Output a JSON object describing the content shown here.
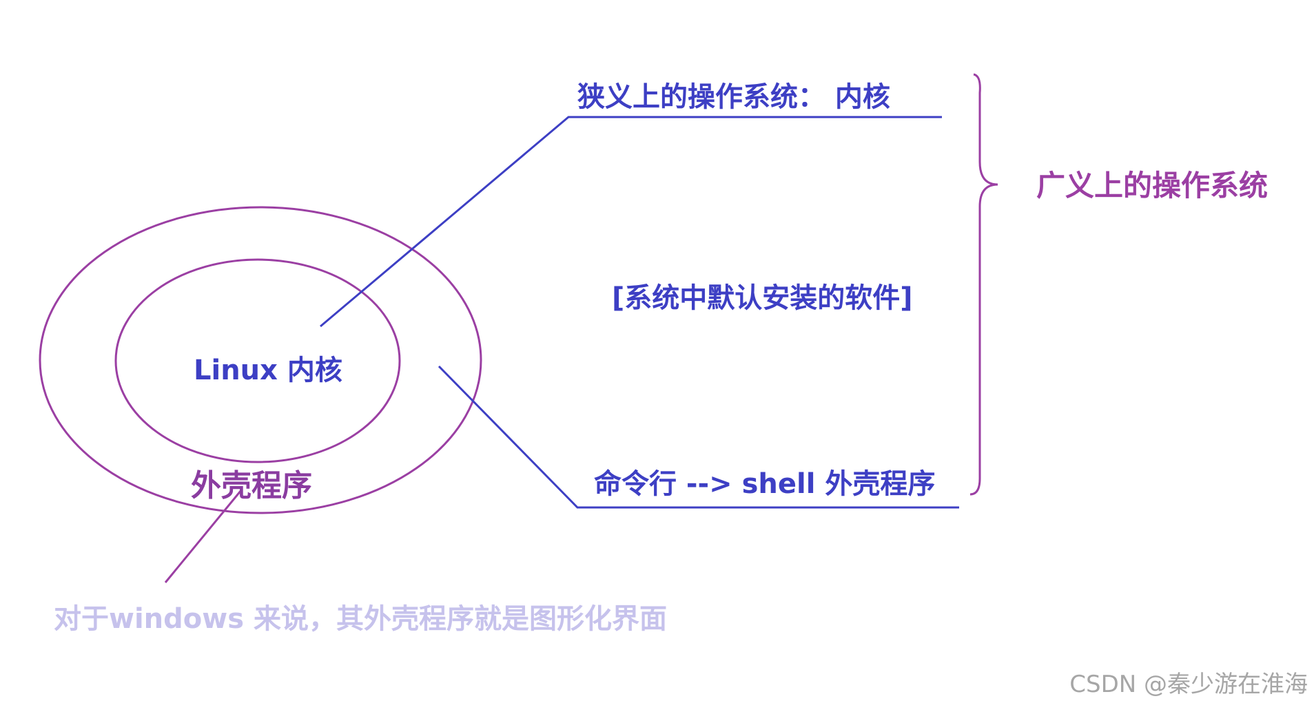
{
  "labels": {
    "narrow_os": "狭义上的操作系统： 内核",
    "broad_os": "广义上的操作系统",
    "default_software": "[系统中默认安装的软件]",
    "kernel": "Linux 内核",
    "shell_layer": "外壳程序",
    "command_line": "命令行 --> shell 外壳程序",
    "windows_note": "对于windows 来说，其外壳程序就是图形化界面"
  },
  "watermark": "CSDN @秦少游在淮海",
  "colors": {
    "blue": "#3d3fc4",
    "purple": "#9b3fa3",
    "light_purple": "#c6c2ec",
    "watermark": "#a6a6a6"
  }
}
